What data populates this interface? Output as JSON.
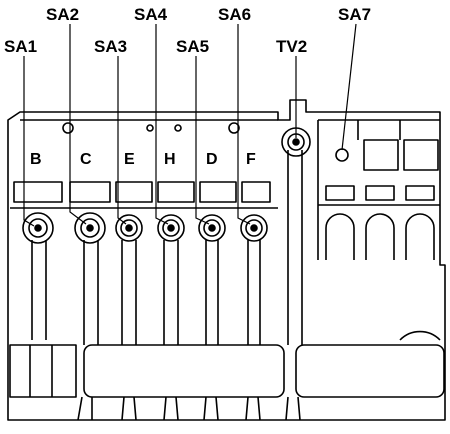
{
  "callouts": {
    "sa1": "SA1",
    "sa2": "SA2",
    "sa3": "SA3",
    "sa4": "SA4",
    "sa5": "SA5",
    "sa6": "SA6",
    "sa7": "SA7",
    "tv2": "TV2"
  },
  "slot_letters": {
    "b": "B",
    "c": "C",
    "e": "E",
    "h": "H",
    "d": "D",
    "f": "F"
  }
}
